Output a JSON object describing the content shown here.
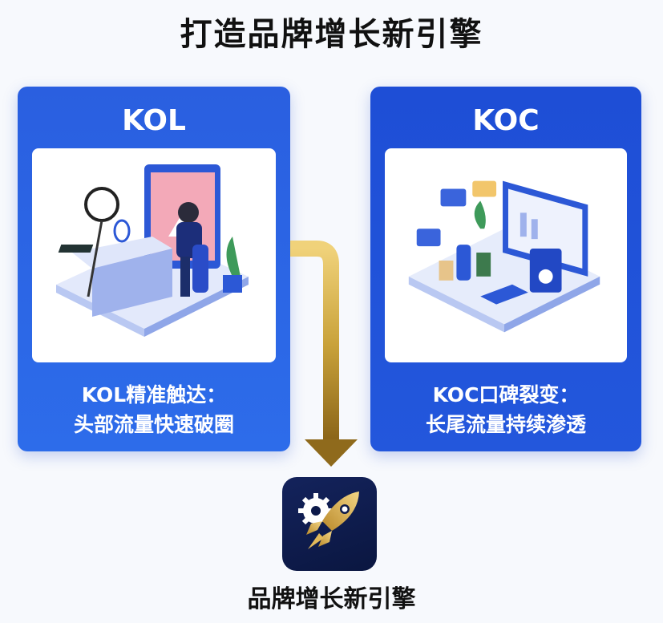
{
  "title": "打造品牌增长新引擎",
  "cards": [
    {
      "heading": "KOL",
      "caption_line1": "KOL精准触达：",
      "caption_line2": "头部流量快速破圈",
      "illustration": "livestreamer-at-desk"
    },
    {
      "heading": "KOC",
      "caption_line1": "KOC口碑裂变：",
      "caption_line2": "长尾流量持续渗透",
      "illustration": "product-review-workspace"
    }
  ],
  "engine": {
    "label": "品牌增长新引擎",
    "icon": "rocket-gear-icon"
  },
  "colors": {
    "card_left": "#2a5fe0",
    "card_right": "#1e4ed6",
    "arrow_gold": "#c9a23a",
    "icon_bg": "#0d1a4a"
  }
}
